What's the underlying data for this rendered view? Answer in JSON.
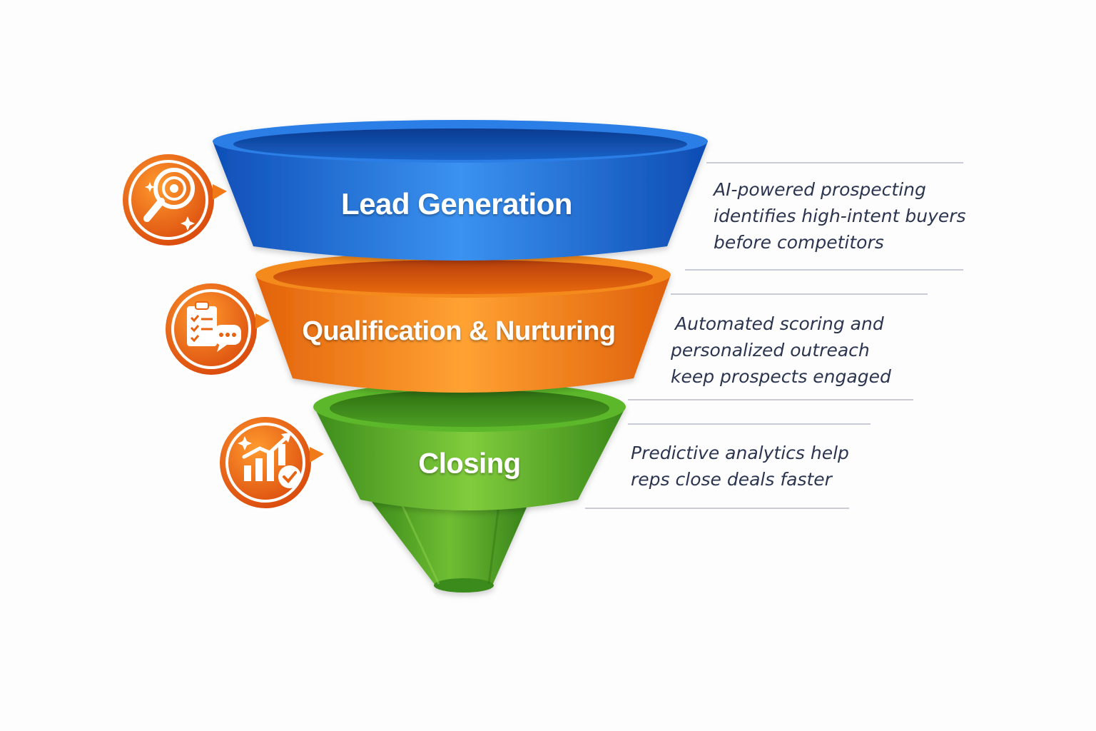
{
  "stages": [
    {
      "title": "Lead Generation",
      "icon": "magnifier-target-icon",
      "color": "#1f6fd6",
      "description_lines": [
        "AI-powered prospecting",
        "identifies high-intent buyers",
        "before competitors"
      ]
    },
    {
      "title": "Qualification & Nurturing",
      "icon": "clipboard-chat-icon",
      "color": "#f07a17",
      "description_lines": [
        "Automated scoring and",
        "personalized outreach",
        "keep prospects engaged"
      ]
    },
    {
      "title": "Closing",
      "icon": "growth-chart-check-icon",
      "color": "#4ea62a",
      "description_lines": [
        "Predictive analytics help",
        "reps close deals faster"
      ]
    }
  ],
  "colors": {
    "icon_orange": "#e8620f",
    "text": "#2c3550",
    "leader_line": "#c9ccd6"
  }
}
